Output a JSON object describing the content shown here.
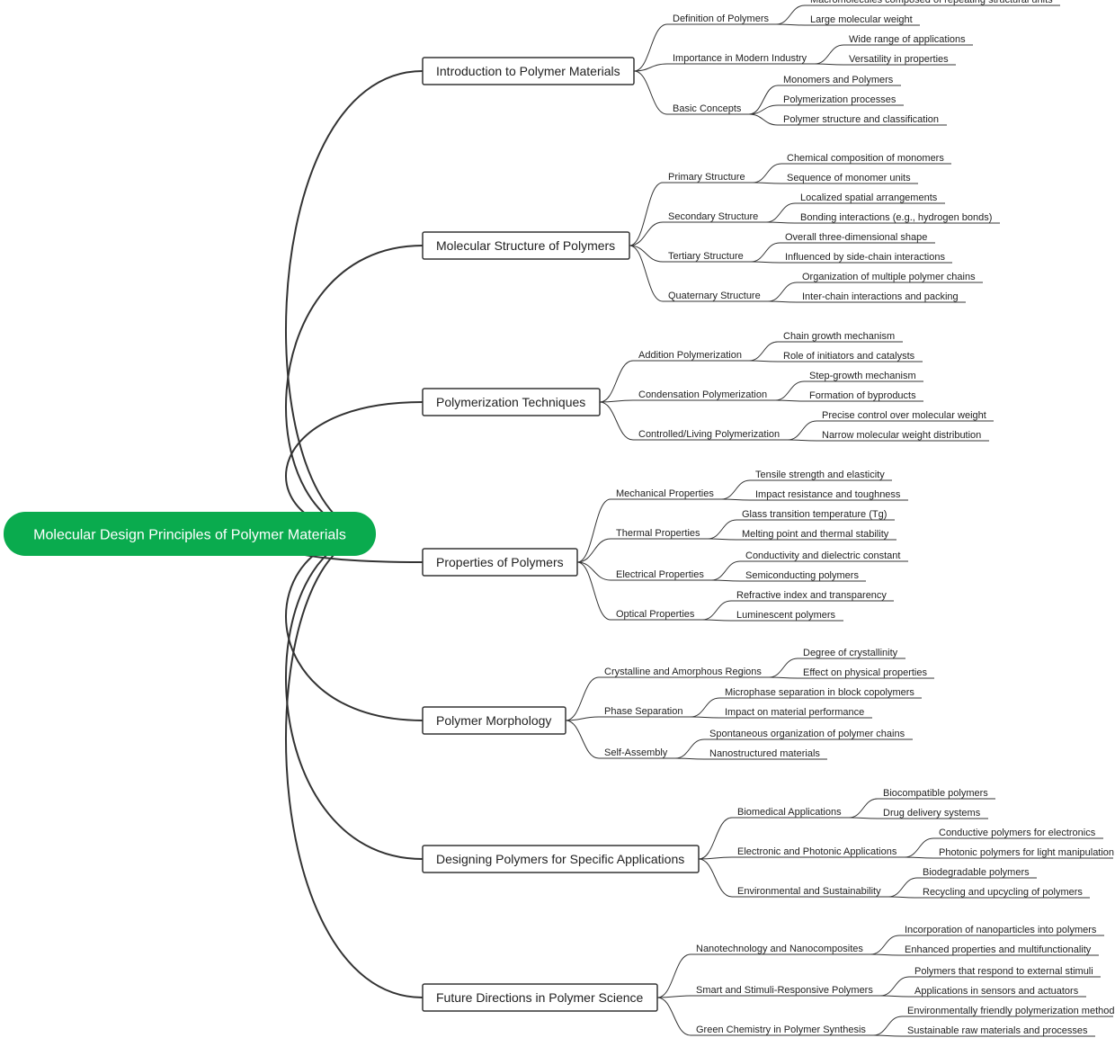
{
  "mindmap": {
    "root": "Molecular Design Principles of Polymer Materials",
    "colors": {
      "root_fill": "#0aab4e",
      "line": "#333333",
      "text": "#222222",
      "node_fill": "#ffffff"
    },
    "branches": [
      {
        "label": "Introduction to Polymer Materials",
        "children": [
          {
            "label": "Definition of Polymers",
            "children": [
              "Macromolecules composed of repeating structural units",
              "Large molecular weight"
            ]
          },
          {
            "label": "Importance in Modern Industry",
            "children": [
              "Wide range of applications",
              "Versatility in properties"
            ]
          },
          {
            "label": "Basic Concepts",
            "children": [
              "Monomers and Polymers",
              "Polymerization processes",
              "Polymer structure and classification"
            ]
          }
        ]
      },
      {
        "label": "Molecular Structure of Polymers",
        "children": [
          {
            "label": "Primary Structure",
            "children": [
              "Chemical composition of monomers",
              "Sequence of monomer units"
            ]
          },
          {
            "label": "Secondary Structure",
            "children": [
              "Localized spatial arrangements",
              "Bonding interactions (e.g., hydrogen bonds)"
            ]
          },
          {
            "label": "Tertiary Structure",
            "children": [
              "Overall three-dimensional shape",
              "Influenced by side-chain interactions"
            ]
          },
          {
            "label": "Quaternary Structure",
            "children": [
              "Organization of multiple polymer chains",
              "Inter-chain interactions and packing"
            ]
          }
        ]
      },
      {
        "label": "Polymerization Techniques",
        "children": [
          {
            "label": "Addition Polymerization",
            "children": [
              "Chain growth mechanism",
              "Role of initiators and catalysts"
            ]
          },
          {
            "label": "Condensation Polymerization",
            "children": [
              "Step-growth mechanism",
              "Formation of byproducts"
            ]
          },
          {
            "label": "Controlled/Living Polymerization",
            "children": [
              "Precise control over molecular weight",
              "Narrow molecular weight distribution"
            ]
          }
        ]
      },
      {
        "label": "Properties of Polymers",
        "children": [
          {
            "label": "Mechanical Properties",
            "children": [
              "Tensile strength and elasticity",
              "Impact resistance and toughness"
            ]
          },
          {
            "label": "Thermal Properties",
            "children": [
              "Glass transition temperature (Tg)",
              "Melting point and thermal stability"
            ]
          },
          {
            "label": "Electrical Properties",
            "children": [
              "Conductivity and dielectric constant",
              "Semiconducting polymers"
            ]
          },
          {
            "label": "Optical Properties",
            "children": [
              "Refractive index and transparency",
              "Luminescent polymers"
            ]
          }
        ]
      },
      {
        "label": "Polymer Morphology",
        "children": [
          {
            "label": "Crystalline and Amorphous Regions",
            "children": [
              "Degree of crystallinity",
              "Effect on physical properties"
            ]
          },
          {
            "label": "Phase Separation",
            "children": [
              "Microphase separation in block copolymers",
              "Impact on material performance"
            ]
          },
          {
            "label": "Self-Assembly",
            "children": [
              "Spontaneous organization of polymer chains",
              "Nanostructured materials"
            ]
          }
        ]
      },
      {
        "label": "Designing Polymers for Specific Applications",
        "children": [
          {
            "label": "Biomedical Applications",
            "children": [
              "Biocompatible polymers",
              "Drug delivery systems"
            ]
          },
          {
            "label": "Electronic and Photonic Applications",
            "children": [
              "Conductive polymers for electronics",
              "Photonic polymers for light manipulation"
            ]
          },
          {
            "label": "Environmental and Sustainability",
            "children": [
              "Biodegradable polymers",
              "Recycling and upcycling of polymers"
            ]
          }
        ]
      },
      {
        "label": "Future Directions in Polymer Science",
        "children": [
          {
            "label": "Nanotechnology and Nanocomposites",
            "children": [
              "Incorporation of nanoparticles into polymers",
              "Enhanced properties and multifunctionality"
            ]
          },
          {
            "label": "Smart and Stimuli-Responsive Polymers",
            "children": [
              "Polymers that respond to external stimuli",
              "Applications in sensors and actuators"
            ]
          },
          {
            "label": "Green Chemistry in Polymer Synthesis",
            "children": [
              "Environmentally friendly polymerization methods",
              "Sustainable raw materials and processes"
            ]
          }
        ]
      }
    ]
  }
}
